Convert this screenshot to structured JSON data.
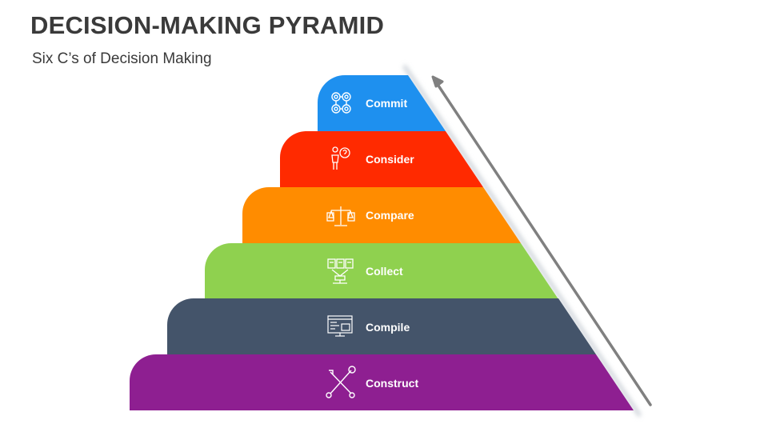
{
  "page": {
    "title": "DECISION-MAKING PYRAMID",
    "subtitle": "Six C’s of Decision Making"
  },
  "pyramid": {
    "tiers": [
      {
        "label": "Commit",
        "color": "#1e90ef",
        "icon": "network-nodes-icon"
      },
      {
        "label": "Consider",
        "color": "#ff2a00",
        "icon": "person-question-icon"
      },
      {
        "label": "Compare",
        "color": "#ff8c00",
        "icon": "balance-scale-icon"
      },
      {
        "label": "Collect",
        "color": "#8fd14f",
        "icon": "documents-collect-icon"
      },
      {
        "label": "Compile",
        "color": "#44546a",
        "icon": "monitor-code-icon"
      },
      {
        "label": "Construct",
        "color": "#8e1f91",
        "icon": "wrench-screwdriver-icon"
      }
    ]
  },
  "colors": {
    "title_text": "#3a3a3a",
    "arrow": "#808080",
    "icon_stroke": "#ffffff"
  }
}
